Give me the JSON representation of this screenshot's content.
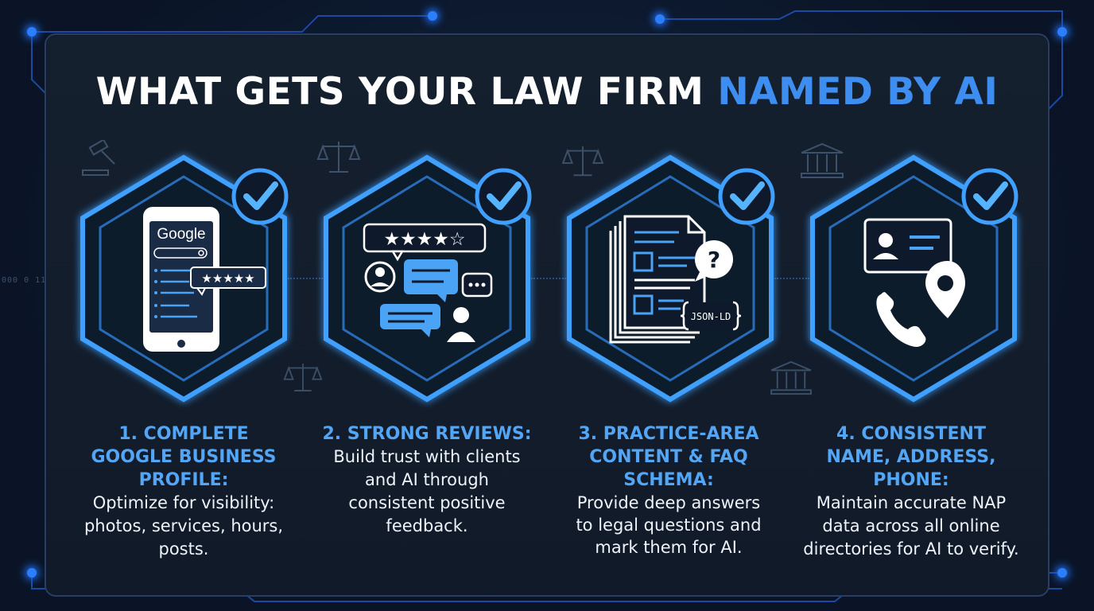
{
  "title": {
    "prefix": "WHAT GETS YOUR LAW FIRM",
    "accent": "NAMED BY AI"
  },
  "colors": {
    "background": "#0a1426",
    "accent": "#3d8ef0",
    "heading": "#52a6f5",
    "glow": "#3fa0ff"
  },
  "side_label": "000 0 11",
  "cards": [
    {
      "heading": "1. COMPLETE GOOGLE BUSINESS PROFILE:",
      "description": "Optimize for visibility: photos, services, hours, posts.",
      "icon": "phone-google-listing-icon",
      "phone_brand": "Google",
      "rating": 5
    },
    {
      "heading": "2. STRONG REVIEWS:",
      "description": "Build trust with clients and AI through consistent positive feedback.",
      "icon": "reviews-chat-icon",
      "rating": 4
    },
    {
      "heading": "3. PRACTICE-AREA CONTENT & FAQ SCHEMA:",
      "description": "Provide deep answers to legal questions and mark them for AI.",
      "icon": "documents-schema-icon",
      "schema_label": "JSON-LD",
      "question_mark": "?"
    },
    {
      "heading": "4. CONSISTENT NAME, ADDRESS, PHONE:",
      "description": "Maintain accurate NAP data across all online directories for AI to verify.",
      "icon": "contact-card-location-phone-icon"
    }
  ]
}
